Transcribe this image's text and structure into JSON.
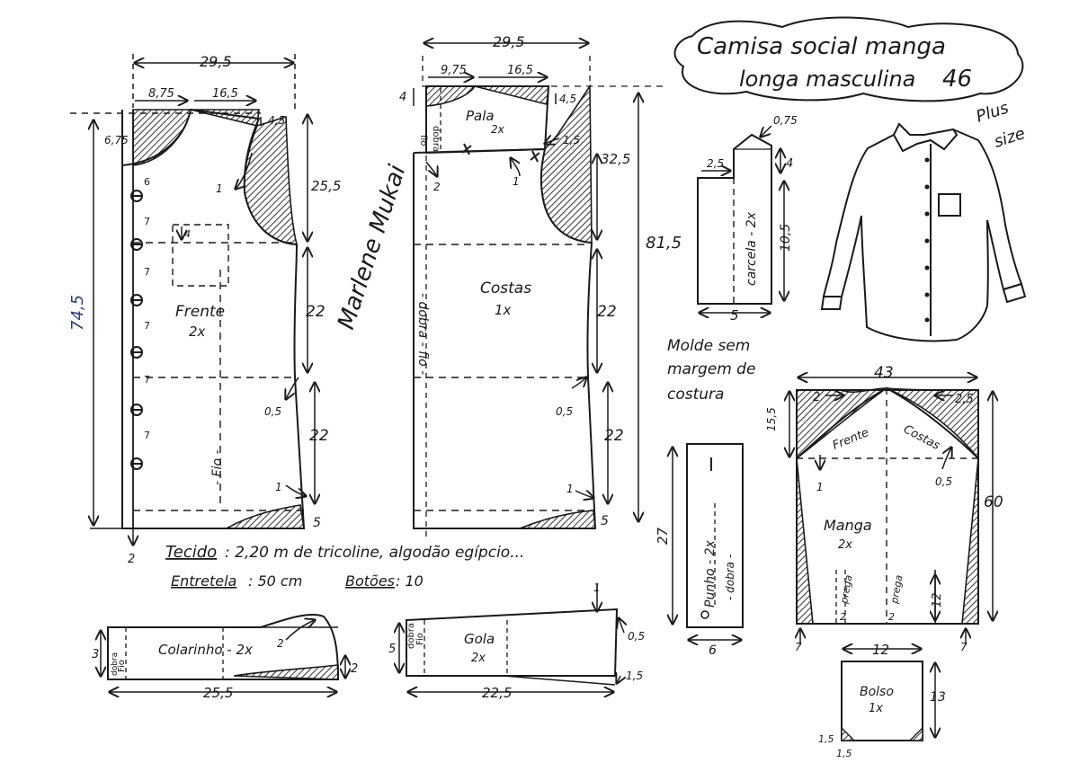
{
  "title": {
    "line1": "Camisa social manga",
    "line2": "longa masculina",
    "size_number": "46"
  },
  "plus_size": {
    "line1": "Plus",
    "line2": "size"
  },
  "signature": "Marlene Mukai",
  "note_margin": {
    "line1": "Molde sem",
    "line2": "margem de",
    "line3": "costura"
  },
  "materials": {
    "fabric_label": "Tecido",
    "fabric_text": ": 2,20 m de tricoline, algodão egípcio...",
    "interfacing_label": "Entretela",
    "interfacing_text": ": 50 cm",
    "buttons_label": "Botões",
    "buttons_text": ": 10"
  },
  "pieces": {
    "frente": {
      "name": "Frente",
      "qty": "2x",
      "grain": "- Fio -",
      "dims": {
        "width": "29,5",
        "neck_w": "8,75",
        "shoulder": "16,5",
        "neck_d": "6,75",
        "sh_drop": "4,5",
        "armhole": "25,5",
        "waist_up": "22",
        "waist_down": "22",
        "total": "74,5",
        "hem_rise": "5",
        "ext": "2",
        "cf_ext": "2",
        "pocket_top": "4",
        "waist_in": "0,5",
        "hem_in": "1",
        "armhole_ref": "1",
        "btn_space": "7",
        "btn_top": "6"
      }
    },
    "costas": {
      "name": "Costas",
      "qty": "1x",
      "fold": "- dobra - fio -",
      "dims": {
        "width": "29,5",
        "sh_total": "81,5",
        "armhole": "32,5",
        "waist_up": "22",
        "waist_down": "22",
        "waist_in": "0,5",
        "hem_in": "1",
        "hem_rise": "5"
      }
    },
    "pala": {
      "name": "Pala",
      "qty": "2x",
      "fold_a": "dobra",
      "fold_b": "fio",
      "dims": {
        "neck_w": "9,75",
        "shoulder": "16,5",
        "height": "4",
        "sh_drop": "4,5",
        "yoke_out": "1,5",
        "tilt_in": "1",
        "tilt_out": "2"
      }
    },
    "carcela": {
      "name": "carcela - 2x",
      "dims": {
        "width": "5",
        "peak_w": "2,5",
        "peak": "0,75",
        "peak_h": "4",
        "height": "10,5"
      }
    },
    "manga": {
      "name": "Manga",
      "qty": "2x",
      "frente": "Frente",
      "costas": "Costas",
      "prega": "prega",
      "dims": {
        "width": "43",
        "cap_h": "15,5",
        "length": "60",
        "front_in": "2",
        "back_in": "2,5",
        "front_ref": "1",
        "back_ref": "0,5",
        "hem_in_l": "7",
        "hem_in_r": "7",
        "slit": "12",
        "pleat_l": "2",
        "pleat_r": "2"
      }
    },
    "punho": {
      "name": "Punho - 2x",
      "fold": "- dobra -",
      "roman": "I",
      "dims": {
        "length": "27",
        "width": "6"
      }
    },
    "bolso": {
      "name": "Bolso",
      "qty": "1x",
      "dims": {
        "width": "12",
        "height": "13",
        "corner_a": "1,5",
        "corner_b": "1,5"
      }
    },
    "colarinho": {
      "name": "Colarinho - 2x",
      "fold_a": "dobra",
      "fold_b": "Fio",
      "dims": {
        "length": "25,5",
        "height": "3",
        "rise": "2",
        "end": "2"
      }
    },
    "gola": {
      "name": "Gola",
      "qty": "2x",
      "fold_a": "dobra",
      "fold_b": "Fio",
      "dims": {
        "length": "22,5",
        "height": "5",
        "tip_up": "1",
        "tip_out": "0,5",
        "tip_low": "1,5"
      }
    }
  }
}
